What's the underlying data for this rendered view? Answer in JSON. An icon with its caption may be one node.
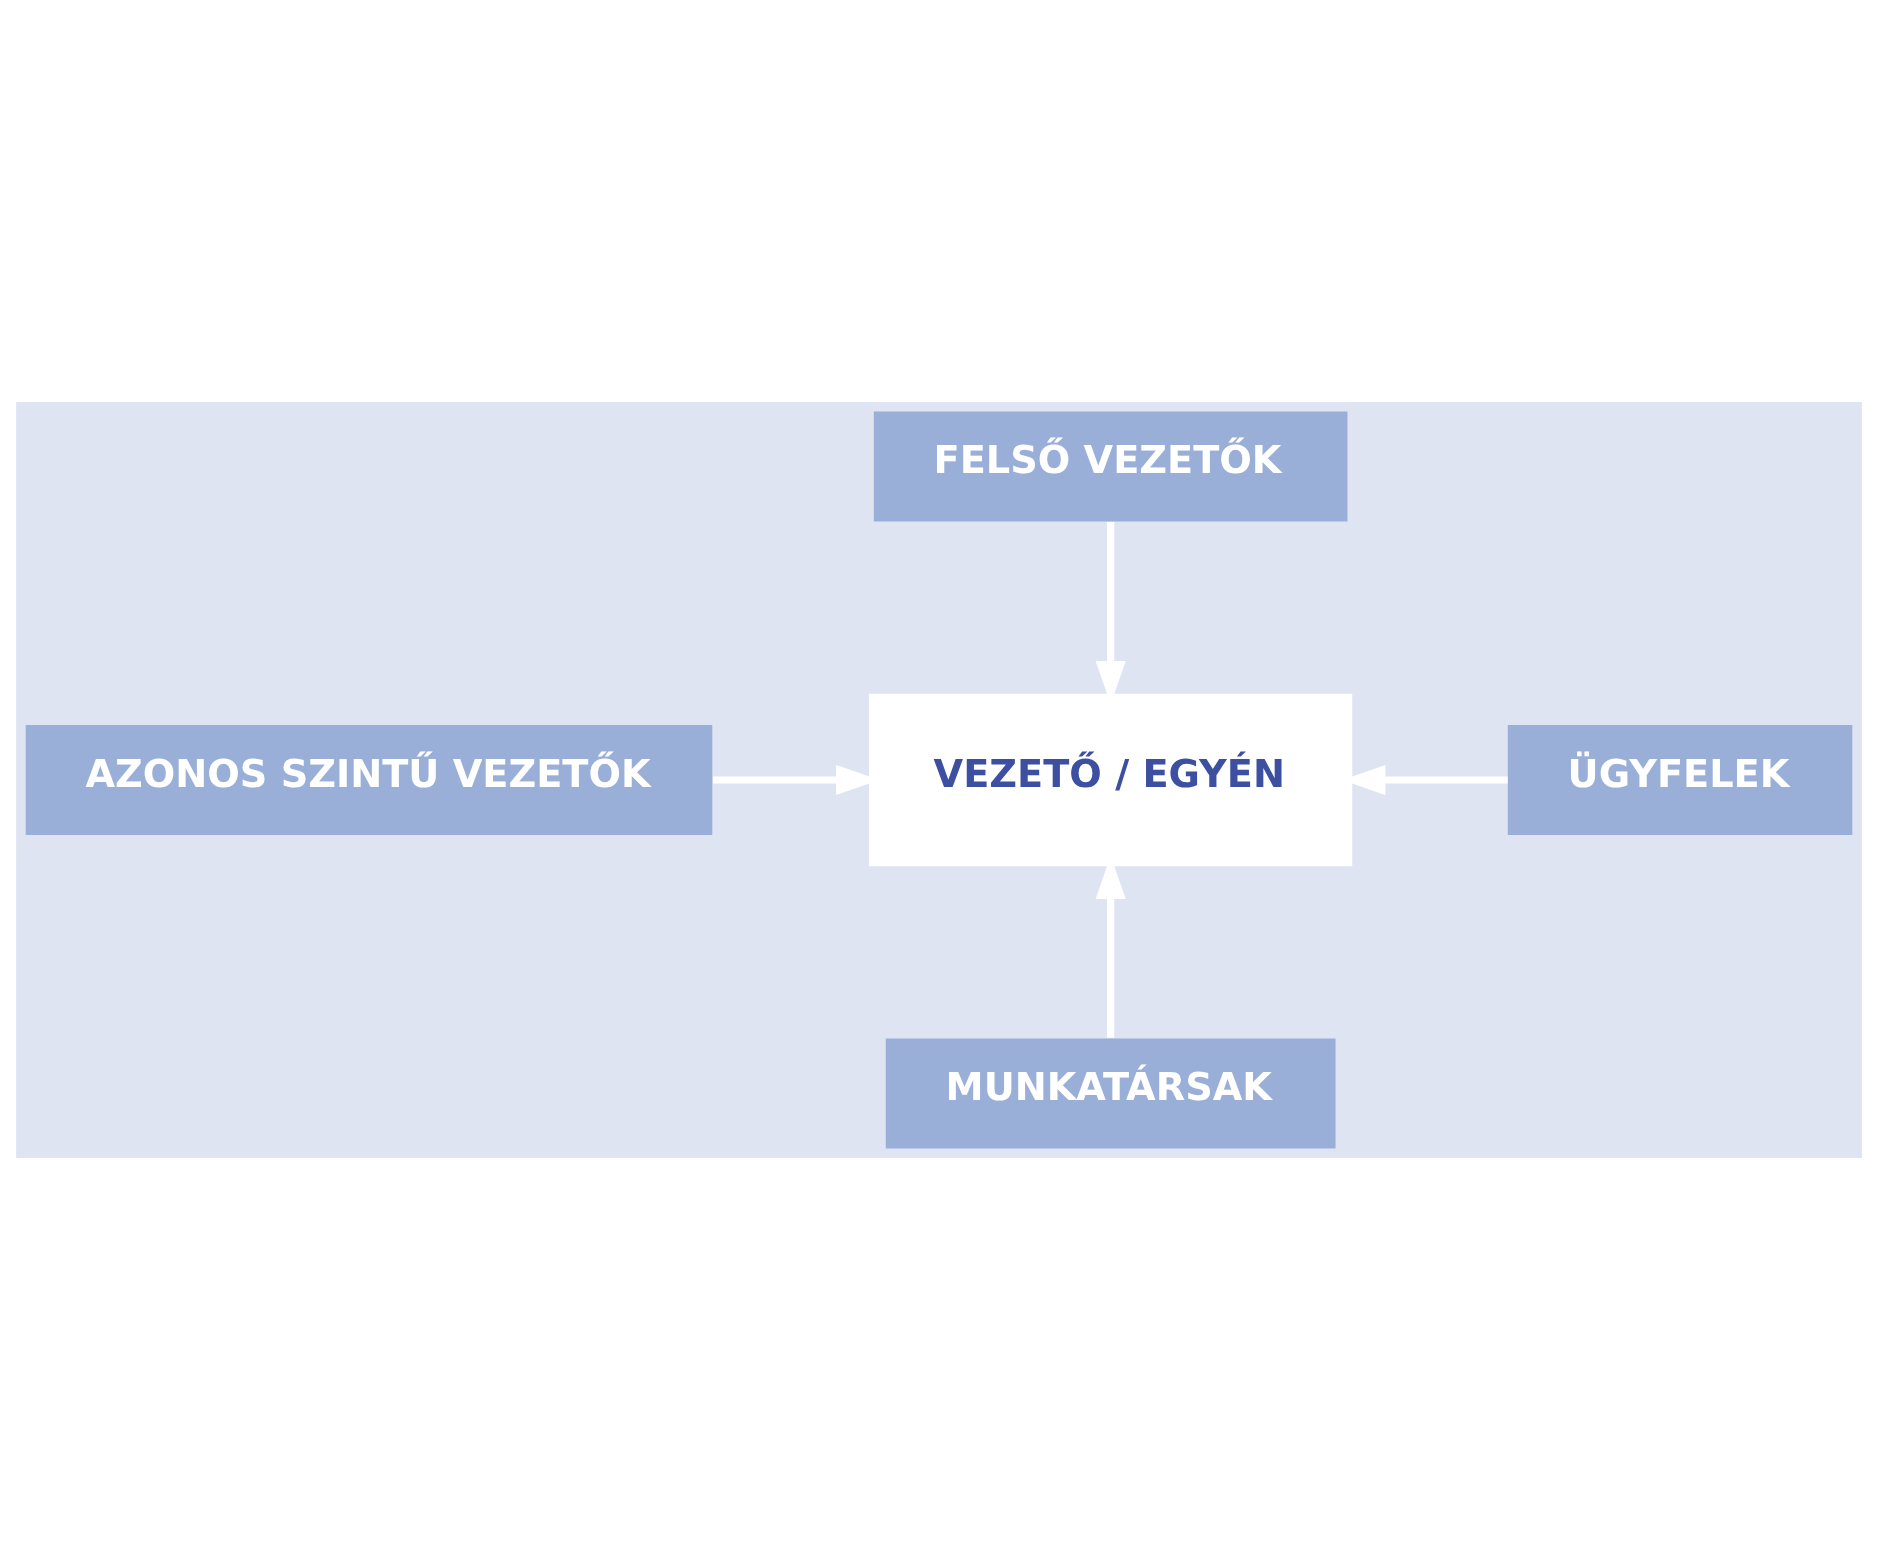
{
  "diagram": {
    "nodes": [
      {
        "text": [
          "FELSŐ VEZETŐK"
        ]
      },
      {
        "text": [
          "AZONOS SZINTŰ VEZETŐK"
        ]
      },
      {
        "text": [
          "VEZETŐ / EGYÉN"
        ]
      },
      {
        "text": [
          "ÜGYFELEK"
        ]
      },
      {
        "text": [
          "MUNKATÁRSAK"
        ]
      }
    ],
    "edges": [
      {
        "from": 0,
        "to": 2,
        "arrow": "to"
      },
      {
        "from": 1,
        "to": 2,
        "arrow": "to"
      },
      {
        "from": 3,
        "to": 2,
        "arrow": "to"
      },
      {
        "from": 4,
        "to": 2,
        "arrow": "to"
      }
    ]
  }
}
